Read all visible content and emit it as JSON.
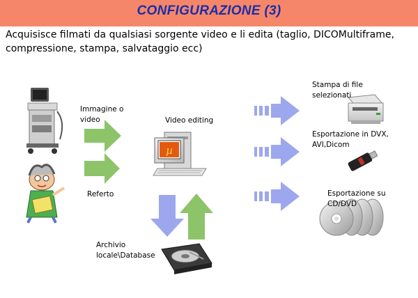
{
  "header": {
    "title": "CONFIGURAZIONE (3)",
    "subtitle": "Acquisisce filmati da qualsiasi sorgente video e li edita (taglio, DICOMultiframe, compressione, stampa, salvataggio ecc)"
  },
  "labels": {
    "immagine_video": "Immagine o video",
    "referto": "Referto",
    "video_editing": "Video editing",
    "archivio": "Archivio locale\\Database",
    "stampa": "Stampa di file selezionati",
    "esportazione_dvx": "Esportazione in DVX, AVI,Dicom",
    "esportazione_cd": "Esportazione su CD/DVD"
  },
  "colors": {
    "title_bar": "#f6866a",
    "title_text": "#1a2fa8",
    "green_arrow": "#8dc46a",
    "blue_arrow": "#9da7ee"
  },
  "icons": [
    "ultrasound-machine-icon",
    "doctor-cartoon-icon",
    "computer-icon",
    "hard-disk-icon",
    "printer-icon",
    "usb-drive-icon",
    "cd-dvd-stack-icon"
  ]
}
